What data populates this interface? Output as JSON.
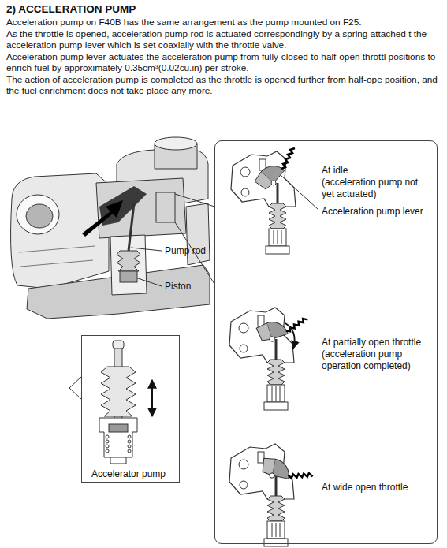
{
  "diagram": {
    "title": "2) ACCELERATION PUMP",
    "nodes": [
      {
        "text": [
          "At idle",
          "(acceleration pump not yet actuated)",
          "Acceleration pump lever",
          "At partially open throttle",
          "(acceleration pump operation completed)",
          "At wide open throttle"
        ]
      },
      {
        "text": [
          "Accelerator pump"
        ]
      }
    ],
    "labels": [
      "Acceleration pump on F40B has the same arrangement as the pump mounted on F25.",
      "As the throttle is opened, acceleration pump rod is actuated correspondingly by a spring attached t the acceleration pump lever which is set coaxially with the throttle valve.",
      "Acceleration pump lever actuates the acceleration pump from fully-closed to half-open throttl positions to enrich fuel by approximately 0.35cm³(0.02cu.in) per stroke.",
      "The action of acceleration pump is completed as the throttle is opened further from half-ope position, and the fuel enrichment does not take place any more.",
      "Pump rod",
      "Piston"
    ]
  }
}
